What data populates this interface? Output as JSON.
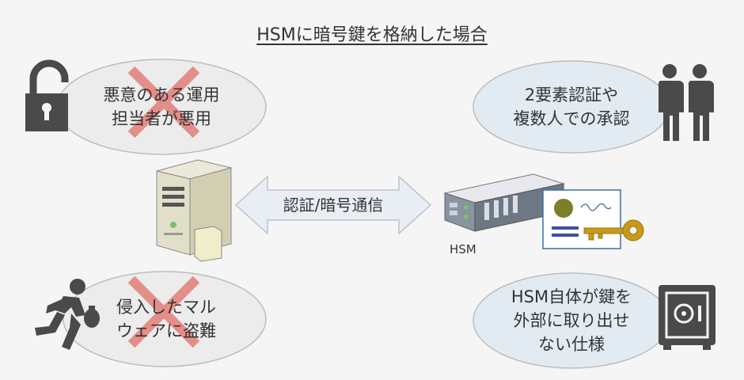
{
  "title": "HSMに暗号鍵を格納した場合",
  "risks": {
    "insider": {
      "line1": "悪意のある運用",
      "line2": "担当者が悪用"
    },
    "malware": {
      "line1": "侵入したマル",
      "line2": "ウェアに盗難"
    }
  },
  "benefits": {
    "multi_approval": {
      "line1": "2要素認証や",
      "line2": "複数人での承認"
    },
    "non_exportable": {
      "line1": "HSM自体が鍵を",
      "line2": "外部に取り出せ",
      "line3": "ない仕様"
    }
  },
  "arrow_label": "認証/暗号通信",
  "hsm_label": "HSM",
  "colors": {
    "ellipse_risk": "#ececec",
    "ellipse_benefit": "#e3ebf2",
    "cross": "#e4847f",
    "icon_dark": "#4a4a4a",
    "key_gold": "#c99a1a",
    "seal_olive": "#7d7d2a"
  }
}
